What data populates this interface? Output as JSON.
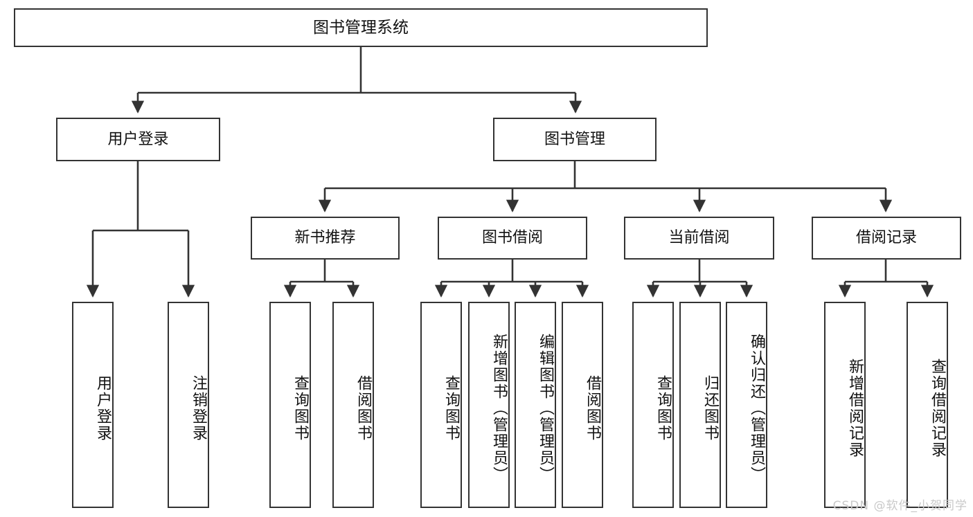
{
  "diagram": {
    "type": "tree-hierarchy-chart",
    "title": "图书管理系统",
    "levels": {
      "level1": [
        "图书管理系统"
      ],
      "level2": [
        "用户登录",
        "图书管理"
      ],
      "level3": [
        "新书推荐",
        "图书借阅",
        "当前借阅",
        "借阅记录"
      ],
      "level4": [
        "用户登录",
        "注销登录",
        "查询图书",
        "借阅图书",
        "查询图书",
        "新增图书（管理员）",
        "编辑图书（管理员）",
        "借阅图书",
        "查询图书",
        "归还图书",
        "确认归还（管理员）",
        "新增借阅记录",
        "查询借阅记录"
      ]
    },
    "nodes": {
      "root": {
        "label": "图书管理系统"
      },
      "user_login": {
        "label": "用户登录"
      },
      "book_manage": {
        "label": "图书管理"
      },
      "new_book_rec": {
        "label": "新书推荐"
      },
      "book_borrow": {
        "label": "图书借阅"
      },
      "current_borrow": {
        "label": "当前借阅"
      },
      "borrow_record": {
        "label": "借阅记录"
      },
      "leaf_user_login": {
        "label": "用户登录"
      },
      "leaf_logout": {
        "label": "注销登录"
      },
      "leaf_query_book_1": {
        "label": "查询图书"
      },
      "leaf_borrow_book_1": {
        "label": "借阅图书"
      },
      "leaf_query_book_2": {
        "label": "查询图书"
      },
      "leaf_add_book_admin": {
        "label": "新增图书（管理员）"
      },
      "leaf_edit_book_admin": {
        "label": "编辑图书（管理员）"
      },
      "leaf_borrow_book_2": {
        "label": "借阅图书"
      },
      "leaf_query_book_3": {
        "label": "查询图书"
      },
      "leaf_return_book": {
        "label": "归还图书"
      },
      "leaf_confirm_return_admin": {
        "label": "确认归还（管理员）"
      },
      "leaf_add_borrow_record": {
        "label": "新增借阅记录"
      },
      "leaf_query_borrow_record": {
        "label": "查询借阅记录"
      }
    },
    "edges": [
      {
        "from": "root",
        "to": "user_login"
      },
      {
        "from": "root",
        "to": "book_manage"
      },
      {
        "from": "user_login",
        "to": "leaf_user_login"
      },
      {
        "from": "user_login",
        "to": "leaf_logout"
      },
      {
        "from": "book_manage",
        "to": "new_book_rec"
      },
      {
        "from": "book_manage",
        "to": "book_borrow"
      },
      {
        "from": "book_manage",
        "to": "current_borrow"
      },
      {
        "from": "book_manage",
        "to": "borrow_record"
      },
      {
        "from": "new_book_rec",
        "to": "leaf_query_book_1"
      },
      {
        "from": "new_book_rec",
        "to": "leaf_borrow_book_1"
      },
      {
        "from": "book_borrow",
        "to": "leaf_query_book_2"
      },
      {
        "from": "book_borrow",
        "to": "leaf_add_book_admin"
      },
      {
        "from": "book_borrow",
        "to": "leaf_edit_book_admin"
      },
      {
        "from": "book_borrow",
        "to": "leaf_borrow_book_2"
      },
      {
        "from": "current_borrow",
        "to": "leaf_query_book_3"
      },
      {
        "from": "current_borrow",
        "to": "leaf_return_book"
      },
      {
        "from": "current_borrow",
        "to": "leaf_confirm_return_admin"
      },
      {
        "from": "borrow_record",
        "to": "leaf_add_borrow_record"
      },
      {
        "from": "borrow_record",
        "to": "leaf_query_borrow_record"
      }
    ],
    "colors": {
      "border": "#333333",
      "fill": "#ffffff",
      "text": "#111111",
      "watermark": "#c9c9c9"
    }
  },
  "watermark": {
    "text": "CSDN @软件_小贺同学"
  }
}
